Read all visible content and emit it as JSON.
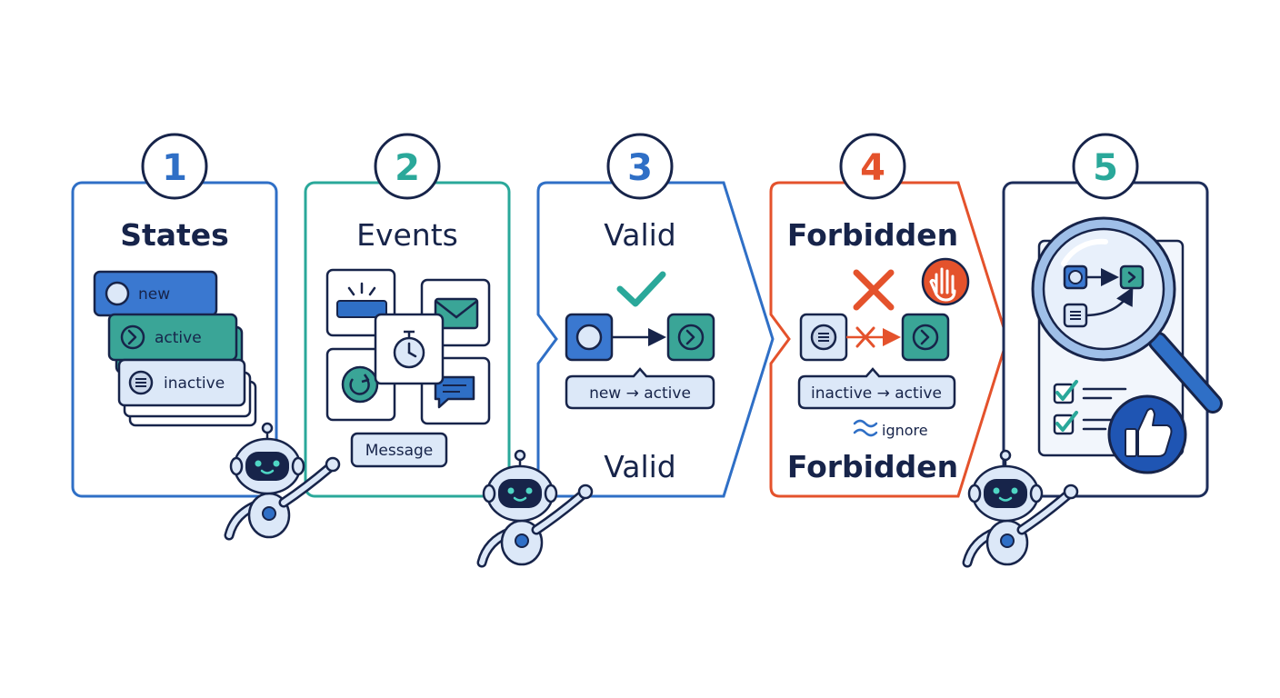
{
  "steps": [
    {
      "number": "1",
      "title": "States",
      "items": [
        "new",
        "active",
        "inactive"
      ],
      "color": "#2f6fc6"
    },
    {
      "number": "2",
      "title": "Events",
      "message_label": "Message",
      "color": "#2aa89a"
    },
    {
      "number": "3",
      "title": "Valid",
      "transition_label": "new → active",
      "footer": "Valid",
      "color": "#2f6fc6"
    },
    {
      "number": "4",
      "title": "Forbidden",
      "transition_label": "inactive → active",
      "ignore_label": "ignore",
      "footer": "Forbidden",
      "color": "#e4522c"
    },
    {
      "number": "5",
      "color": "#1d2d5a"
    }
  ],
  "colors": {
    "navy": "#17244a",
    "blue": "#2f6fc6",
    "teal": "#2aa89a",
    "red": "#e4522c",
    "light_blue": "#dce8f8",
    "light_teal": "#d6efe9"
  },
  "icons": [
    "check-icon",
    "cross-icon",
    "hand-stop-icon",
    "envelope-icon",
    "stopwatch-icon",
    "chat-icon",
    "refresh-icon",
    "magnifier-icon",
    "thumbs-up-icon",
    "robot-icon"
  ]
}
